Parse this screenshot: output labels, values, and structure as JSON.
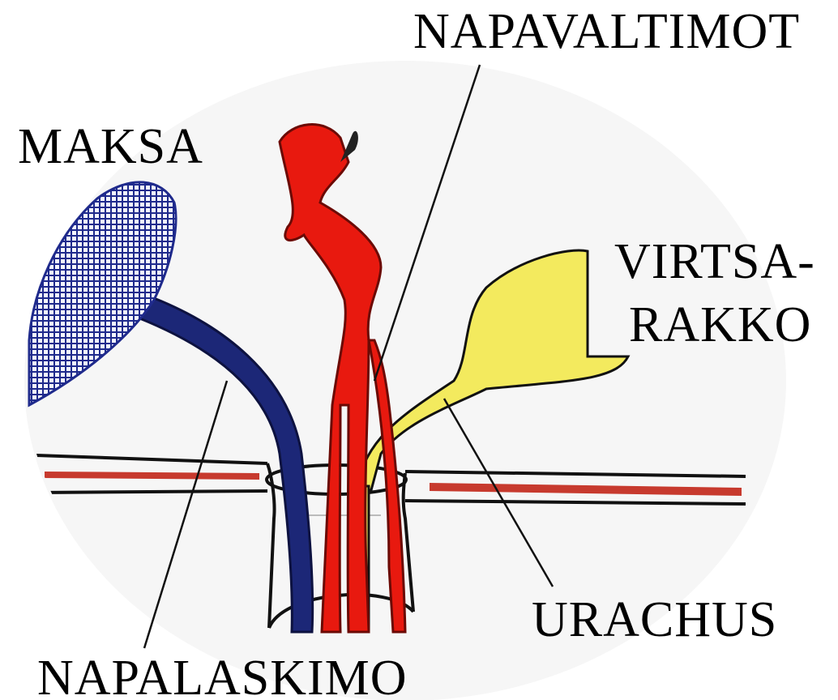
{
  "labels": {
    "napavaltimot": "NAPAVALTIMOT",
    "maksa": "MAKSA",
    "virtsarakko_line1": "VIRTSA-",
    "virtsarakko_line2": "RAKKO",
    "urachus": "URACHUS",
    "napalaskimo": "NAPALASKIMO"
  },
  "colors": {
    "liver_blue": "#1f2a8c",
    "umbilical_vein_blue": "#1c2777",
    "umbilical_artery_red": "#e8190f",
    "bladder_yellow": "#f3ea5e",
    "abdominal_wall_red": "#c73a2e",
    "outline_black": "#111111",
    "background_circle": "#f2f2f2"
  }
}
